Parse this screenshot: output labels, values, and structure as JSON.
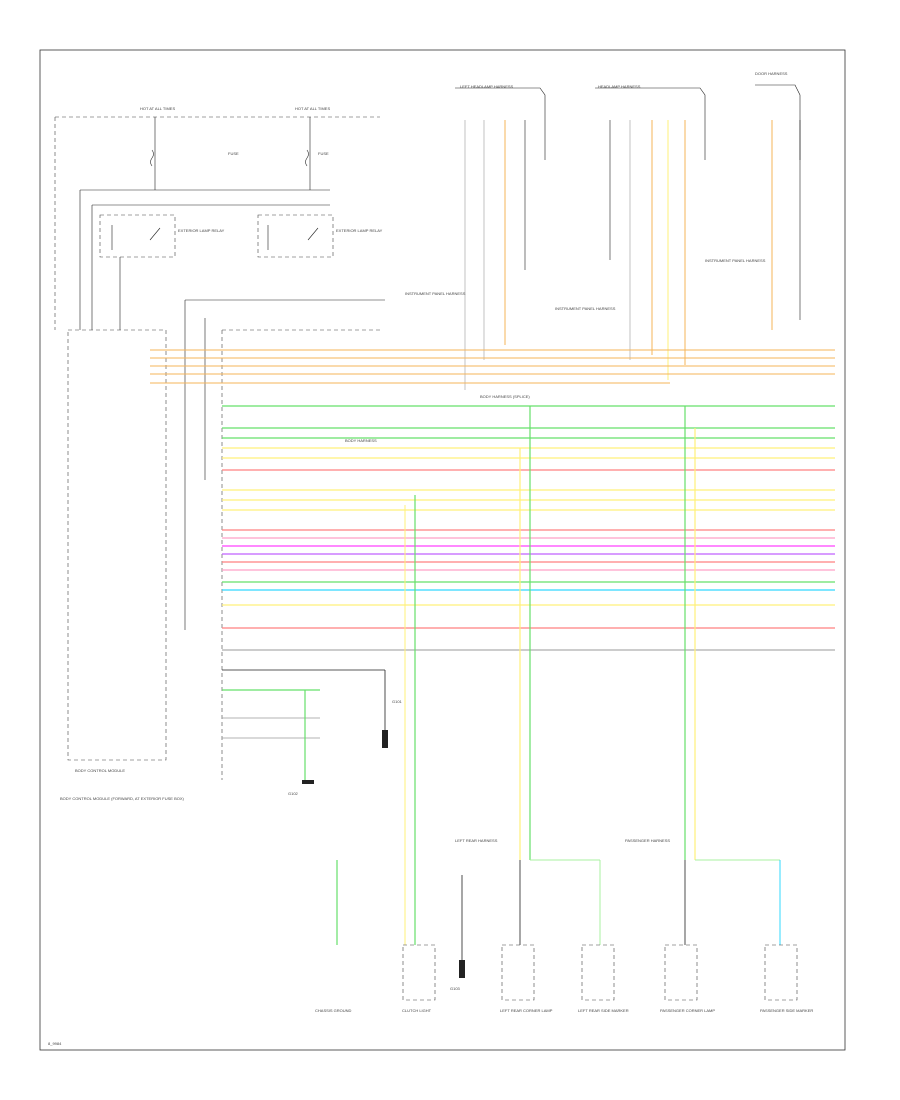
{
  "diagram": {
    "figure_code": "8_9984",
    "wire_colors": {
      "orange": "#f5b45a",
      "green": "#66e06a",
      "light_green": "#a8f0a0",
      "yellow": "#fff07a",
      "red": "#ff8080",
      "pink": "#ffa0c8",
      "magenta": "#ff40ff",
      "violet": "#c060ff",
      "cyan": "#30d8ff",
      "gray": "#9a9a9a",
      "black": "#222222"
    },
    "hot_labels": [
      "HOT AT ALL TIMES",
      "HOT AT ALL TIMES"
    ],
    "fuse_labels": [
      "FUSE",
      "FUSE"
    ],
    "relay_labels": [
      "EXTERIOR LAMP RELAY",
      "EXTERIOR LAMP RELAY"
    ],
    "module_label": "BODY CONTROL MODULE",
    "module_note": "BODY CONTROL MODULE (FORWARD, AT EXTERIOR FUSE BOX)",
    "top_connector_labels": [
      "LEFT HEADLAMP HARNESS",
      "HEADLAMP HARNESS",
      "DOOR HARNESS"
    ],
    "harness_labels": [
      "INSTRUMENT PANEL HARNESS",
      "INSTRUMENT PANEL HARNESS",
      "BODY HARNESS (SPLICE)",
      "BODY HARNESS",
      "INSTRUMENT PANEL HARNESS",
      "LEFT REAR HARNESS",
      "PASSENGER HARNESS"
    ],
    "bottom_components": [
      "CHASSIS GROUND",
      "CLUTCH LIGHT",
      "LEFT REAR CORNER LAMP",
      "LEFT REAR SIDE MARKER",
      "PASSENGER CORNER LAMP",
      "PASSENGER SIDE MARKER"
    ],
    "ground_labels": [
      "G101",
      "G102",
      "G103"
    ]
  }
}
